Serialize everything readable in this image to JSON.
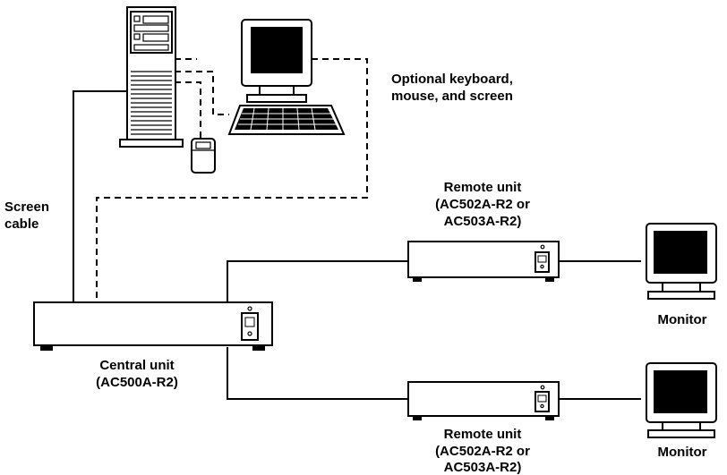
{
  "labels": {
    "optional_line1": "Optional keyboard,",
    "optional_line2": "mouse, and screen",
    "screen_cable_line1": "Screen",
    "screen_cable_line2": "cable",
    "remote_top_line1": "Remote unit",
    "remote_top_line2": "(AC502A-R2 or",
    "remote_top_line3": "AC503A-R2)",
    "central_line1": "Central unit",
    "central_line2": "(AC500A-R2)",
    "remote_bottom_line1": "Remote unit",
    "remote_bottom_line2": "(AC502A-R2 or",
    "remote_bottom_line3": "AC503A-R2)",
    "monitor_top": "Monitor",
    "monitor_bottom": "Monitor"
  },
  "colors": {
    "line": "#000000",
    "fill": "#ffffff",
    "screen": "#000000"
  }
}
